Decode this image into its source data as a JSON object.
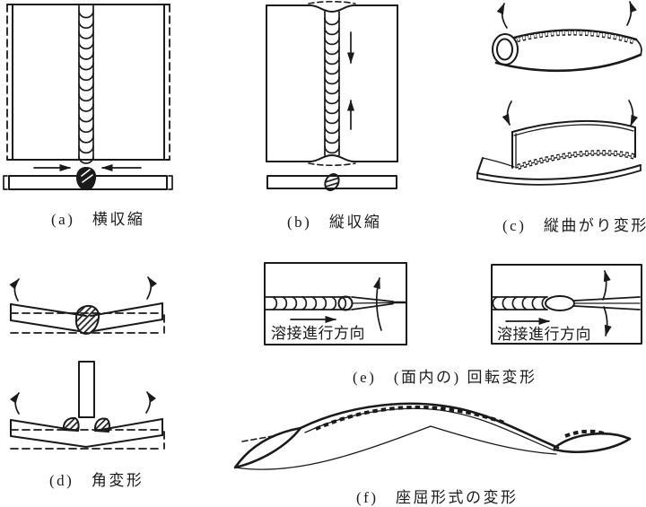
{
  "page": {
    "background": "#ffffff",
    "ink": "#1a1a1a"
  },
  "captions": {
    "a": "(a)　横収縮",
    "b": "(b)　縦収縮",
    "c": "(c)　縦曲がり変形",
    "d": "(d)　角変形",
    "e": "(e)　(面内の) 回転変形",
    "f": "(f)　座屈形式の変形"
  },
  "annotations": {
    "weld_direction_left": "溶接進行方向",
    "weld_direction_right": "溶接進行方向"
  }
}
